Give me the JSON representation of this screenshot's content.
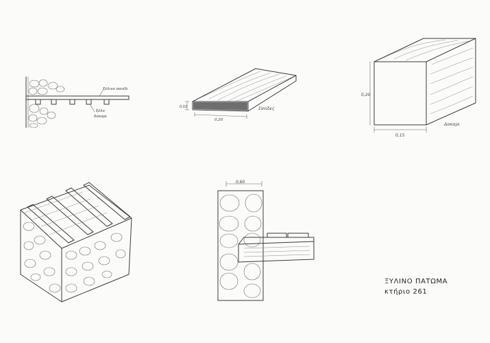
{
  "labels": {
    "sketch1_top": "ξύλινο σανίδι",
    "sketch1_mid": "ξύλο",
    "sketch1_bottom": "δοκαρι",
    "sketch2_height": "0,02",
    "sketch2_width": "0,20",
    "sketch2_name": "Σανίδες",
    "sketch3_height": "0,20",
    "sketch3_width": "0,15",
    "sketch3_name": "Δοκαρι",
    "sketch5_width": "0,60"
  },
  "title": {
    "line1": "ΞΥΛΙΝΟ ΠΑΤΩΜΑ",
    "line2": "κτήριο 261"
  }
}
